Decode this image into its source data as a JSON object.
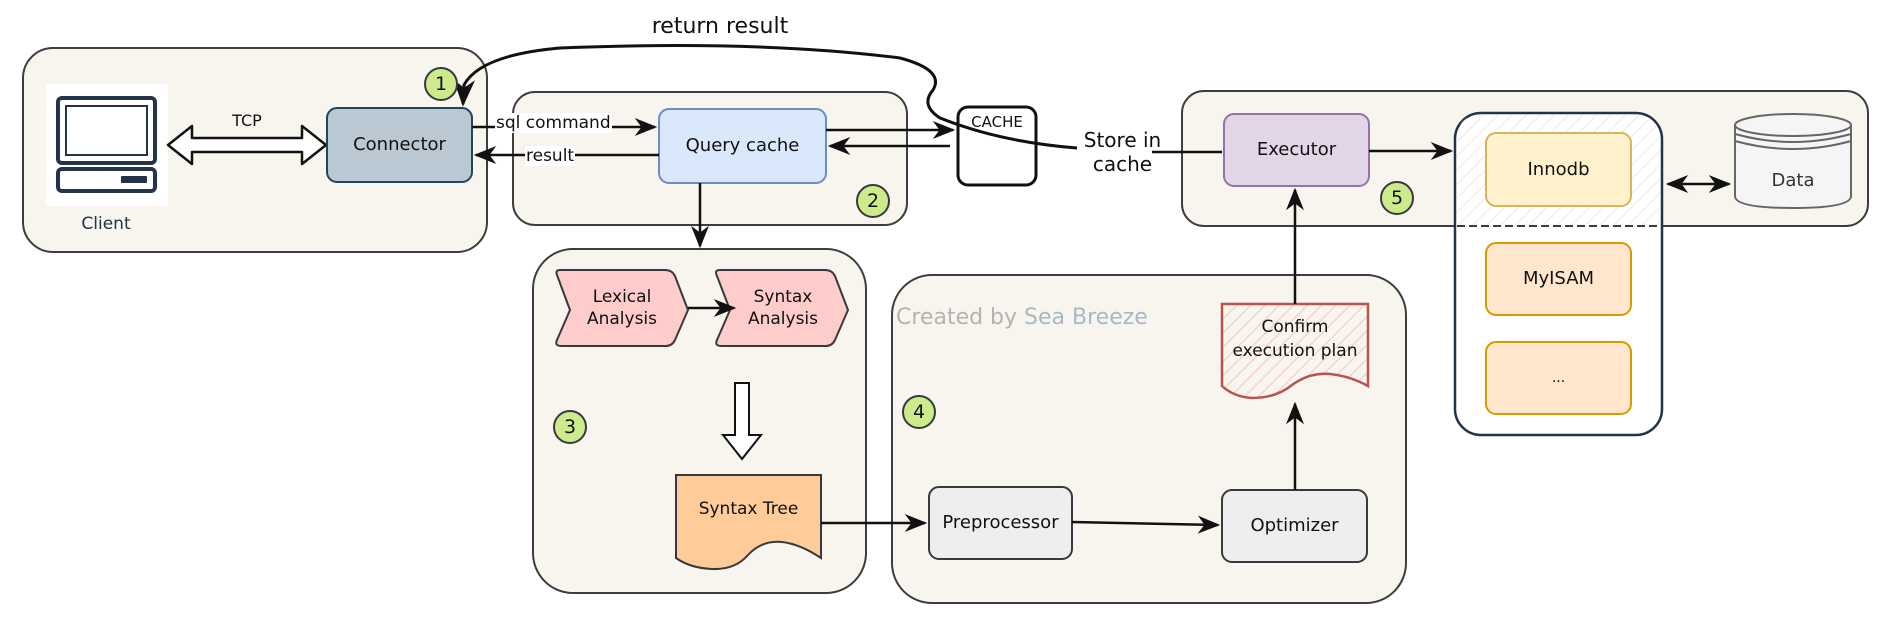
{
  "diagram": {
    "title_arrow_label": "return result",
    "watermark": {
      "prefix": "Created by ",
      "author": "Sea Breeze"
    },
    "groups": [
      {
        "id": "client-group",
        "badge": "1"
      },
      {
        "id": "query-cache-group",
        "badge": "2"
      },
      {
        "id": "parser-group",
        "badge": "3"
      },
      {
        "id": "optimizer-group",
        "badge": "4"
      },
      {
        "id": "executor-group",
        "badge": "5"
      }
    ],
    "nodes": {
      "client": "Client",
      "connector": "Connector",
      "query_cache": "Query cache",
      "cache": "CACHE",
      "lexical": "Lexical\nAnalysis",
      "syntax": "Syntax\nAnalysis",
      "syntax_tree": "Syntax Tree",
      "preprocessor": "Preprocessor",
      "optimizer": "Optimizer",
      "confirm_plan": "Confirm\nexecution plan",
      "executor": "Executor",
      "innodb": "Innodb",
      "myisam": "MyISAM",
      "other_engines": "...",
      "data": "Data"
    },
    "edges": {
      "tcp": "TCP",
      "sql_command": "sql command",
      "result": "result",
      "store_in_cache": "Store in\ncache"
    },
    "colors": {
      "group_fill": "#f7f5ee",
      "group_stroke": "#3d3d3d",
      "connector_fill": "#bac8d3",
      "connector_stroke": "#23445d",
      "query_cache_fill": "#dae8fc",
      "query_cache_stroke": "#6c8ebf",
      "analysis_fill": "#ffcccc",
      "syntax_tree_fill": "#ffcc99",
      "process_fill": "#eeeeee",
      "plan_stroke": "#b85450",
      "executor_fill": "#e1d5e7",
      "executor_stroke": "#9673a6",
      "innodb_fill": "#fff2cc",
      "innodb_stroke": "#d6b656",
      "engine_fill": "#ffe6cc",
      "engine_stroke": "#d79b00",
      "badge_fill": "#cdeb8b",
      "watermark_prefix": "#b3b3b3",
      "watermark_author": "#a9b8c6"
    }
  }
}
